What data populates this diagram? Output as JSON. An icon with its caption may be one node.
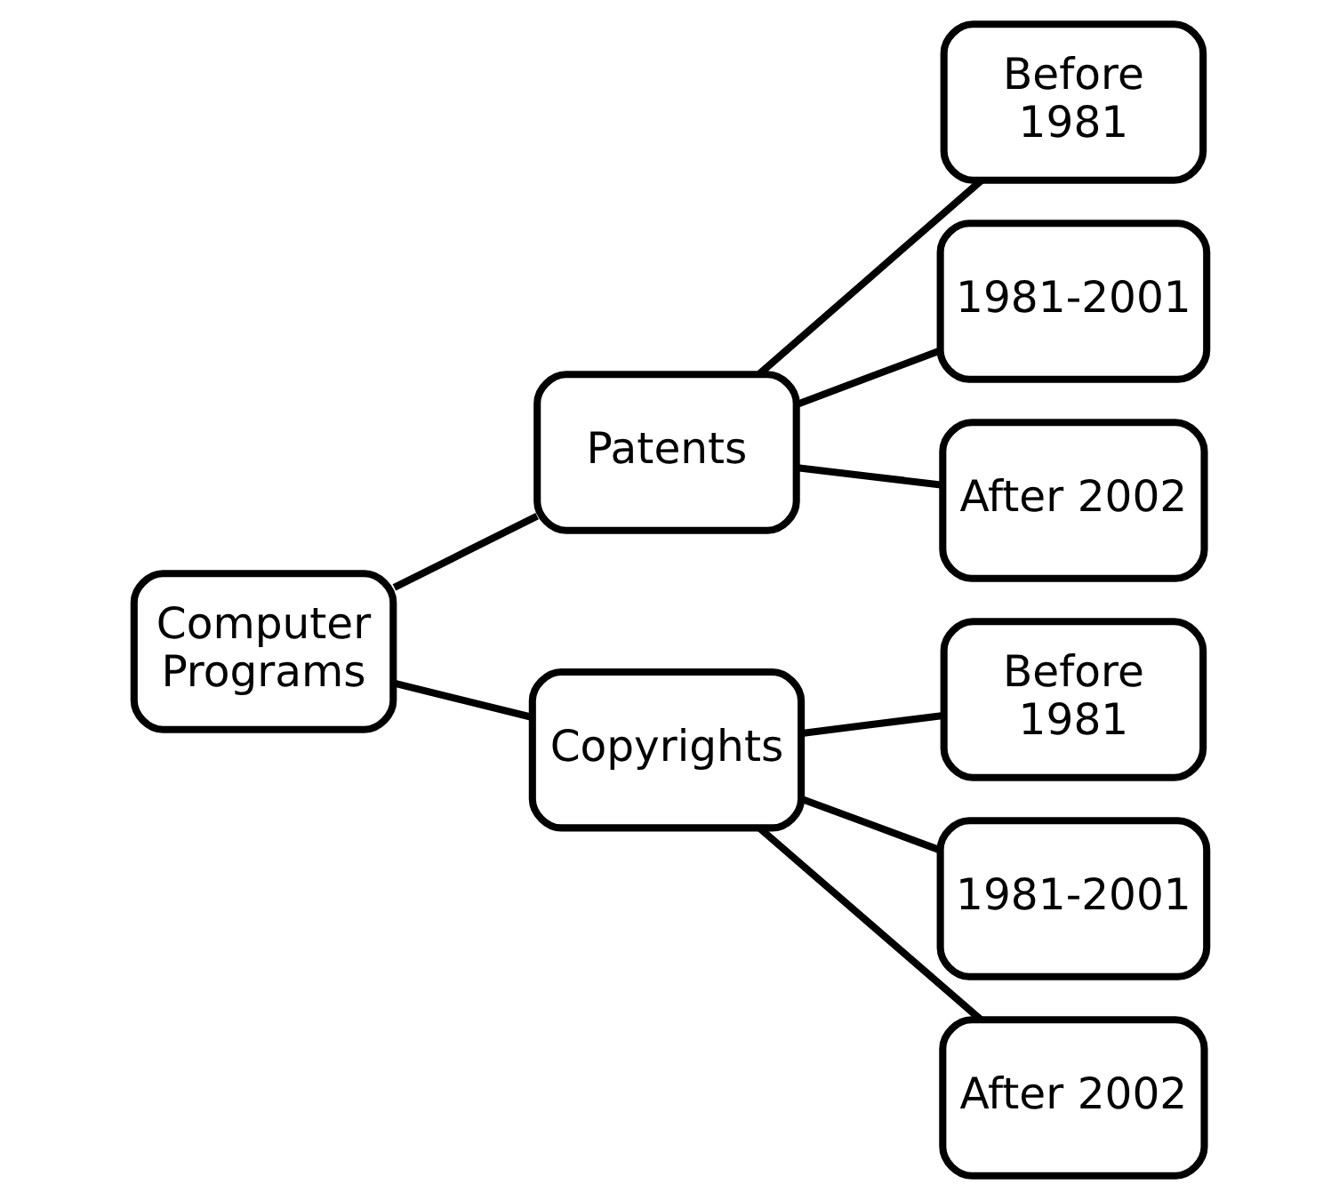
{
  "diagram": {
    "nodes": [
      {
        "text": [
          "Computer Programs"
        ]
      },
      {
        "text": [
          "Patents"
        ]
      },
      {
        "text": [
          "Before 1981"
        ]
      },
      {
        "text": [
          "1981-2001"
        ]
      },
      {
        "text": [
          "After 2002"
        ]
      },
      {
        "text": [
          "Copyrights"
        ]
      },
      {
        "text": [
          "Before 1981"
        ]
      },
      {
        "text": [
          "1981-2001"
        ]
      },
      {
        "text": [
          "After 2002"
        ]
      }
    ],
    "edges": [
      {
        "from": 0,
        "to": 1,
        "arrow": "none"
      },
      {
        "from": 0,
        "to": 5,
        "arrow": "none"
      },
      {
        "from": 1,
        "to": 2,
        "arrow": "none"
      },
      {
        "from": 1,
        "to": 3,
        "arrow": "none"
      },
      {
        "from": 1,
        "to": 4,
        "arrow": "none"
      },
      {
        "from": 5,
        "to": 6,
        "arrow": "none"
      },
      {
        "from": 5,
        "to": 7,
        "arrow": "none"
      },
      {
        "from": 5,
        "to": 8,
        "arrow": "none"
      }
    ]
  }
}
